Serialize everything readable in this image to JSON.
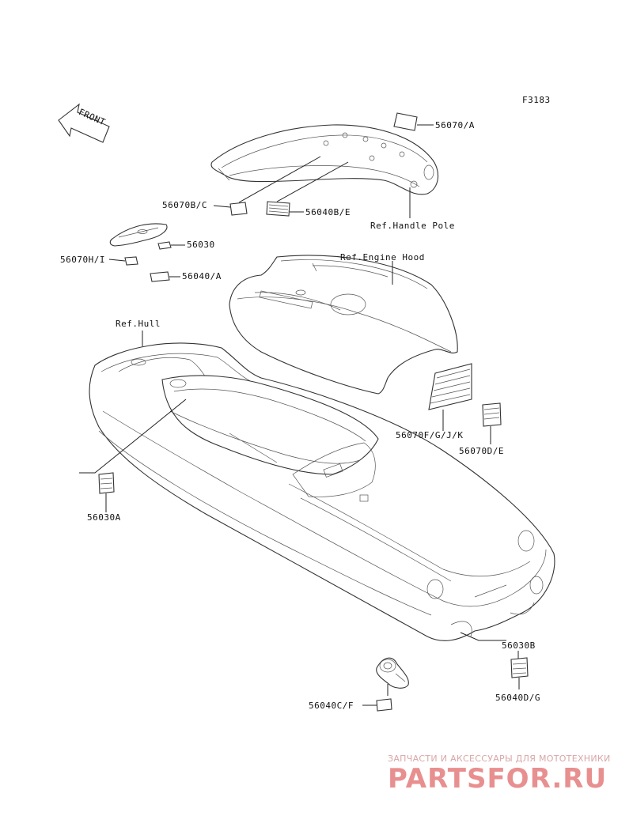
{
  "figure_code": "F3183",
  "front_label": "FRONT",
  "callouts": {
    "p56070A": "56070/A",
    "p56070BC": "56070B/C",
    "p56040BE": "56040B/E",
    "ref_handle_pole": "Ref.Handle Pole",
    "p56030": "56030",
    "p56070HI": "56070H/I",
    "p56040A": "56040/A",
    "ref_engine_hood": "Ref.Engine Hood",
    "ref_hull": "Ref.Hull",
    "p56070FGJK": "56070F/G/J/K",
    "p56070DE": "56070D/E",
    "p56030A": "56030A",
    "p56030B": "56030B",
    "p56040DG": "56040D/G",
    "p56040CF": "56040C/F"
  },
  "watermark": {
    "tagline": "ЗАПЧАСТИ И АКСЕССУАРЫ ДЛЯ МОТОТЕХНИКИ",
    "logo_text": "PARTSFOR.RU"
  },
  "colors": {
    "line": "#222222",
    "watermark": "#e88f8f"
  }
}
